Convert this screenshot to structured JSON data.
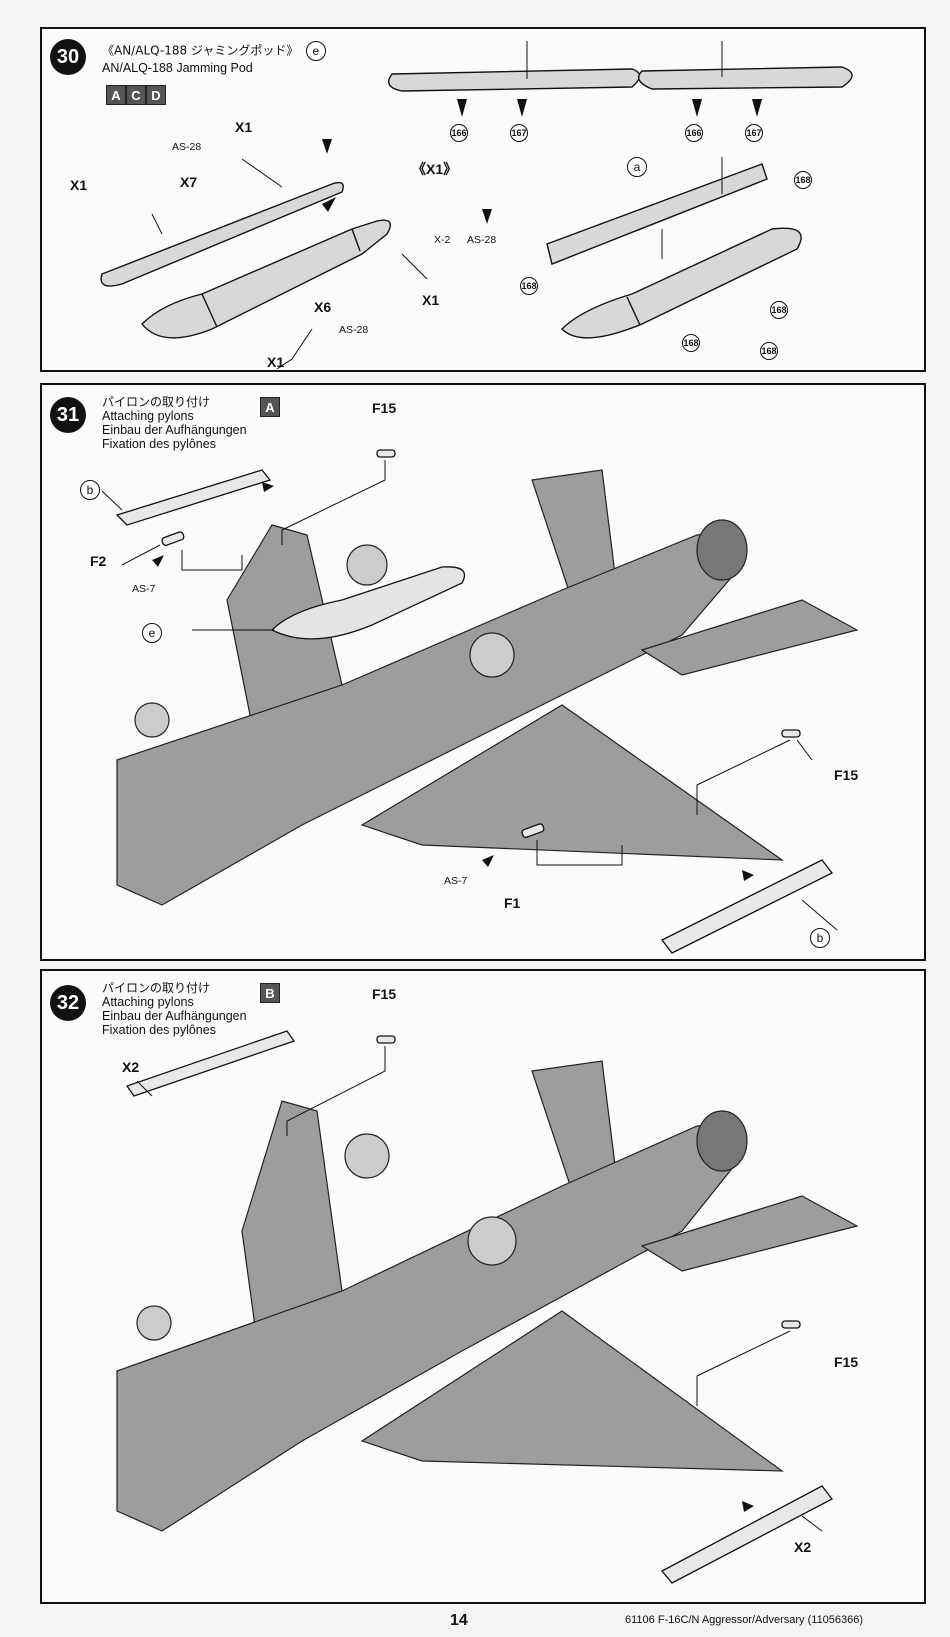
{
  "steps": [
    {
      "number": "30",
      "title_jp": "《AN/ALQ-188 ジャミングポッド》",
      "title_en": "AN/ALQ-188 Jamming Pod",
      "part_marker": "e",
      "badges": [
        "A",
        "C",
        "D"
      ],
      "labels": {
        "x1": "X1",
        "x7": "X7",
        "x6": "X6",
        "as28": "AS-28",
        "x1_group": "《X1》",
        "x2": "X-2",
        "a": "a"
      },
      "part_numbers": [
        "166",
        "167",
        "168"
      ]
    },
    {
      "number": "31",
      "title_jp": "パイロンの取り付け",
      "title_en": "Attaching pylons",
      "title_de": "Einbau der Aufhängungen",
      "title_fr": "Fixation des pylônes",
      "badges": [
        "A"
      ],
      "labels": {
        "f15": "F15",
        "b": "b",
        "f2": "F2",
        "as7": "AS-7",
        "e": "e",
        "f1": "F1"
      }
    },
    {
      "number": "32",
      "title_jp": "パイロンの取り付け",
      "title_en": "Attaching pylons",
      "title_de": "Einbau der Aufhängungen",
      "title_fr": "Fixation des pylônes",
      "badges": [
        "B"
      ],
      "labels": {
        "f15": "F15",
        "x2": "X2"
      }
    }
  ],
  "footer": {
    "page_number": "14",
    "product": "61106 F-16C/N Aggressor/Adversary (11056366)"
  }
}
